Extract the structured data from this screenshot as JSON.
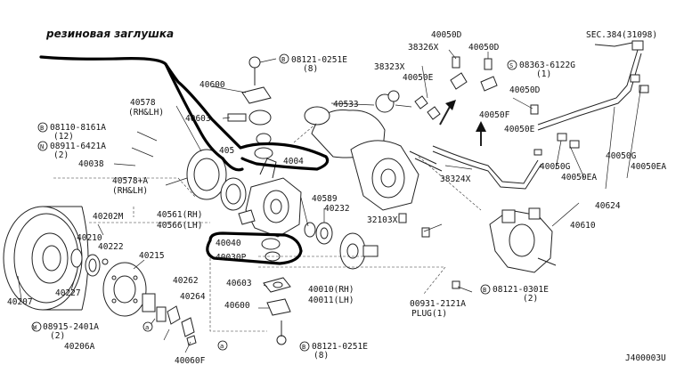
{
  "annotation": "резиновая заглушка",
  "drawing_id": "J400003U",
  "callouts": {
    "sec": "SEC.384(31098)",
    "b08121_top": "08121-0251E",
    "b08121_top_qty": "(8)",
    "b08121_bot": "08121-0251E",
    "b08121_bot_qty": "(8)",
    "b08121_mid": "08121-0301E",
    "b08121_mid_qty": "(2)",
    "b08110": "08110-8161A",
    "b08110_qty": "(12)",
    "n08911": "08911-6421A",
    "n08911_qty": "(2)",
    "s08363": "08363-6122G",
    "s08363_qty": "(1)",
    "w08915": "08915-2401A",
    "w08915_qty": "(2)",
    "plug": "00931-2121A",
    "plug_sub": "PLUG(1)"
  },
  "circle_letters": {
    "b": "B",
    "n": "N",
    "s": "S",
    "w": "W",
    "a": "a"
  },
  "parts": {
    "p40600_top": "40600",
    "p40603_top": "40603",
    "p40578": "40578",
    "p40578_rl": "(RH&LH)",
    "p40038": "40038",
    "p40578a": "40578+A",
    "p40578a_rl": "(RH&LH)",
    "p405": "405",
    "p40014": "4004",
    "p40589": "40589",
    "p40232_r": "40232",
    "p40561": "40561(RH)",
    "p40566": "40566(LH)",
    "p40040": "40040",
    "p40030": "40030P",
    "p40202m": "40202M",
    "p40210": "40210",
    "p40222": "40222",
    "p40215": "40215",
    "p40207": "40207",
    "p40227": "40227",
    "p40262": "40262",
    "p40264": "40264",
    "p40206a": "40206A",
    "p40060f": "40060F",
    "p40603_bot": "40603",
    "p40600_bot": "40600",
    "p40010": "40010(RH)",
    "p40011": "40011(LH)",
    "p32103x": "32103X",
    "p40533": "40533",
    "p38323x": "38323X",
    "p38326x": "38326X",
    "p40050d_a": "40050D",
    "p40050d_b": "40050D",
    "p40050d_c": "40050D",
    "p40050e_a": "40050E",
    "p40050e_b": "40050E",
    "p40050f": "40050F",
    "p38324x": "38324X",
    "p40050g_a": "40050G",
    "p40050g_b": "40050G",
    "p40050ea_a": "40050EA",
    "p40050ea_b": "40050EA",
    "p40624": "40624",
    "p40610": "40610"
  }
}
